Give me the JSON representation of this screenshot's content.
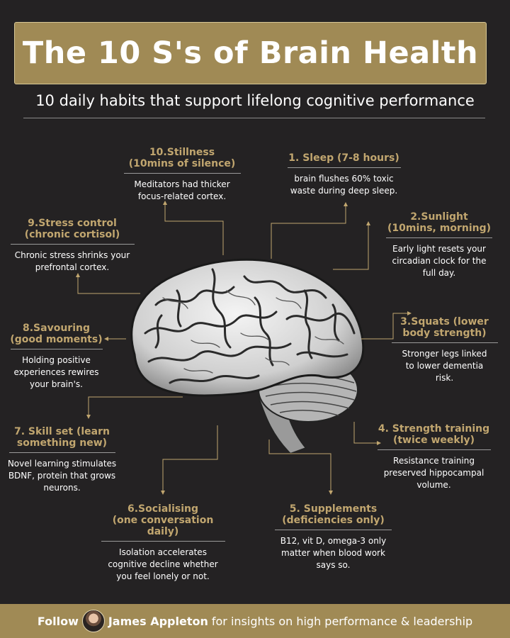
{
  "title": "The 10 S's of Brain Health",
  "subtitle": "10 daily habits that support lifelong cognitive performance",
  "items": [
    {
      "title": "1. Sleep (7-8 hours)",
      "text": "brain flushes 60% toxic\nwaste during deep sleep."
    },
    {
      "title": "2.Sunlight\n(10mins, morning)",
      "text": "Early light resets your\ncircadian clock for the\nfull day."
    },
    {
      "title": "3.Squats (lower\nbody strength)",
      "text": "Stronger legs linked\nto lower dementia\nrisk."
    },
    {
      "title": "4. Strength training\n(twice weekly)",
      "text": "Resistance training\npreserved hippocampal\nvolume."
    },
    {
      "title": "5. Supplements\n(deficiencies only)",
      "text": "B12, vit D, omega-3 only\nmatter when blood work\nsays so."
    },
    {
      "title": "6.Socialising\n(one conversation daily)",
      "text": "Isolation accelerates\ncognitive decline whether\nyou feel lonely or not."
    },
    {
      "title": "7. Skill set (learn\nsomething new)",
      "text": "Novel learning stimulates\nBDNF, protein that grows\nneurons."
    },
    {
      "title": "8.Savouring\n(good moments)",
      "text": "Holding positive\nexperiences rewires\nyour brain's."
    },
    {
      "title": "9.Stress control\n(chronic cortisol)",
      "text": "Chronic stress shrinks your\nprefrontal cortex."
    },
    {
      "title": "10.Stillness\n(10mins of silence)",
      "text": "Meditators had thicker\nfocus-related cortex."
    }
  ],
  "footer": {
    "follow": "Follow",
    "name": "James Appleton",
    "tagline": "for insights on high performance & leadership"
  },
  "colors": {
    "background": "#242223",
    "accent": "#a08a55",
    "heading": "#c1a66f"
  }
}
